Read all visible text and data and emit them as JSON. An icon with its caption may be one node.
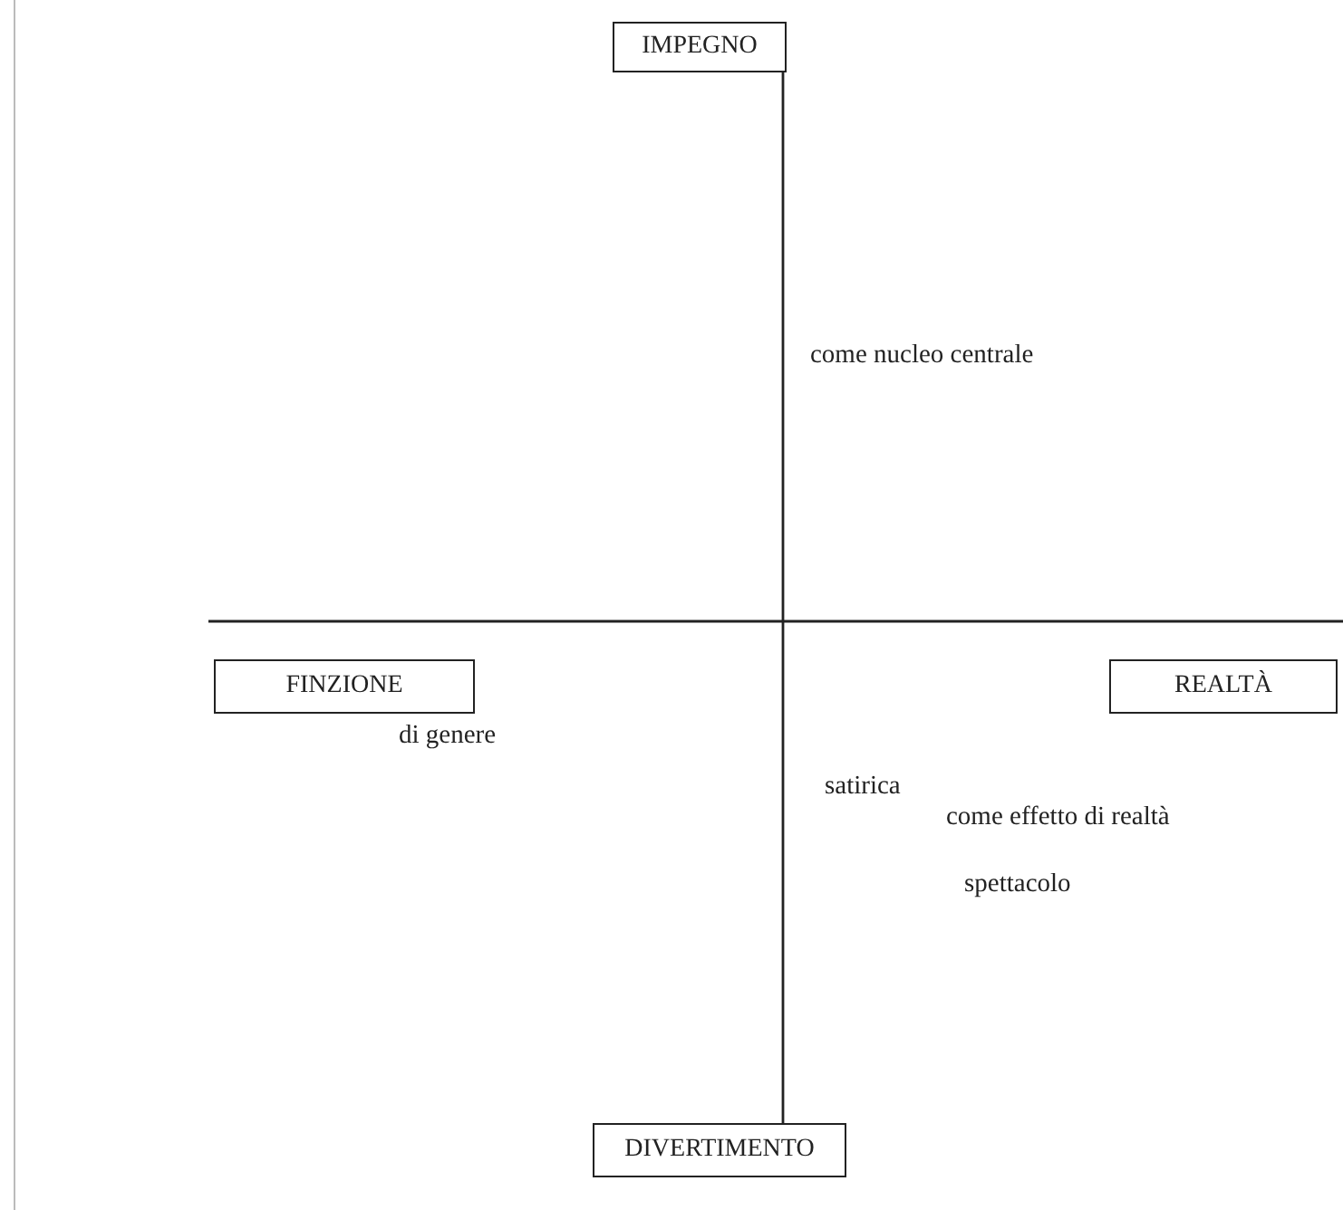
{
  "diagram": {
    "nodes": [
      {
        "text": [
          "IMPEGNO"
        ]
      },
      {
        "text": [
          "FINZIONE"
        ]
      },
      {
        "text": [
          "REALTÀ"
        ]
      },
      {
        "text": [
          "DIVERTIMENTO"
        ]
      }
    ],
    "edges": [
      {
        "from": 0,
        "to": 3,
        "arrow": "none"
      }
    ],
    "labels": [
      "come nucleo centrale",
      "di genere",
      "satirica",
      "come effetto di realtà",
      "spettacolo"
    ]
  }
}
